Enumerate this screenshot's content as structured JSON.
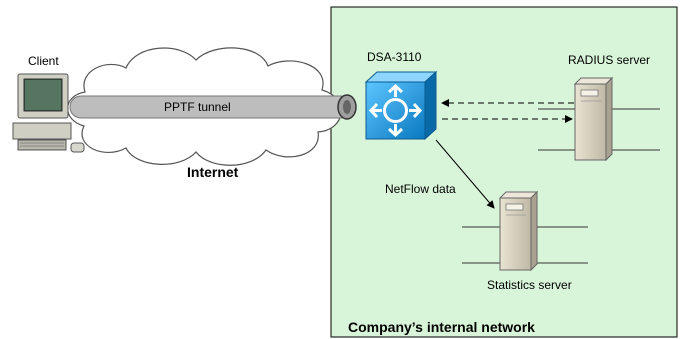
{
  "labels": {
    "client": "Client",
    "tunnel": "PPTF tunnel",
    "internet": "Internet",
    "dsa": "DSA-3110",
    "radius": "RADIUS server",
    "netflow": "NetFlow data",
    "statistics": "Statistics server",
    "network": "Company’s internal network"
  },
  "colors": {
    "network_fill": "#d9f5d9",
    "network_border": "#000000",
    "cloud_fill": "#ffffff",
    "tunnel_fill": "#bdbdbd",
    "router_fill": "#1ea0e6",
    "server_fill": "#d6d0c0"
  },
  "icons": {
    "client": "desktop-computer-icon",
    "dsa": "router-switch-icon",
    "radius": "tower-server-icon",
    "statistics": "tower-server-icon"
  }
}
